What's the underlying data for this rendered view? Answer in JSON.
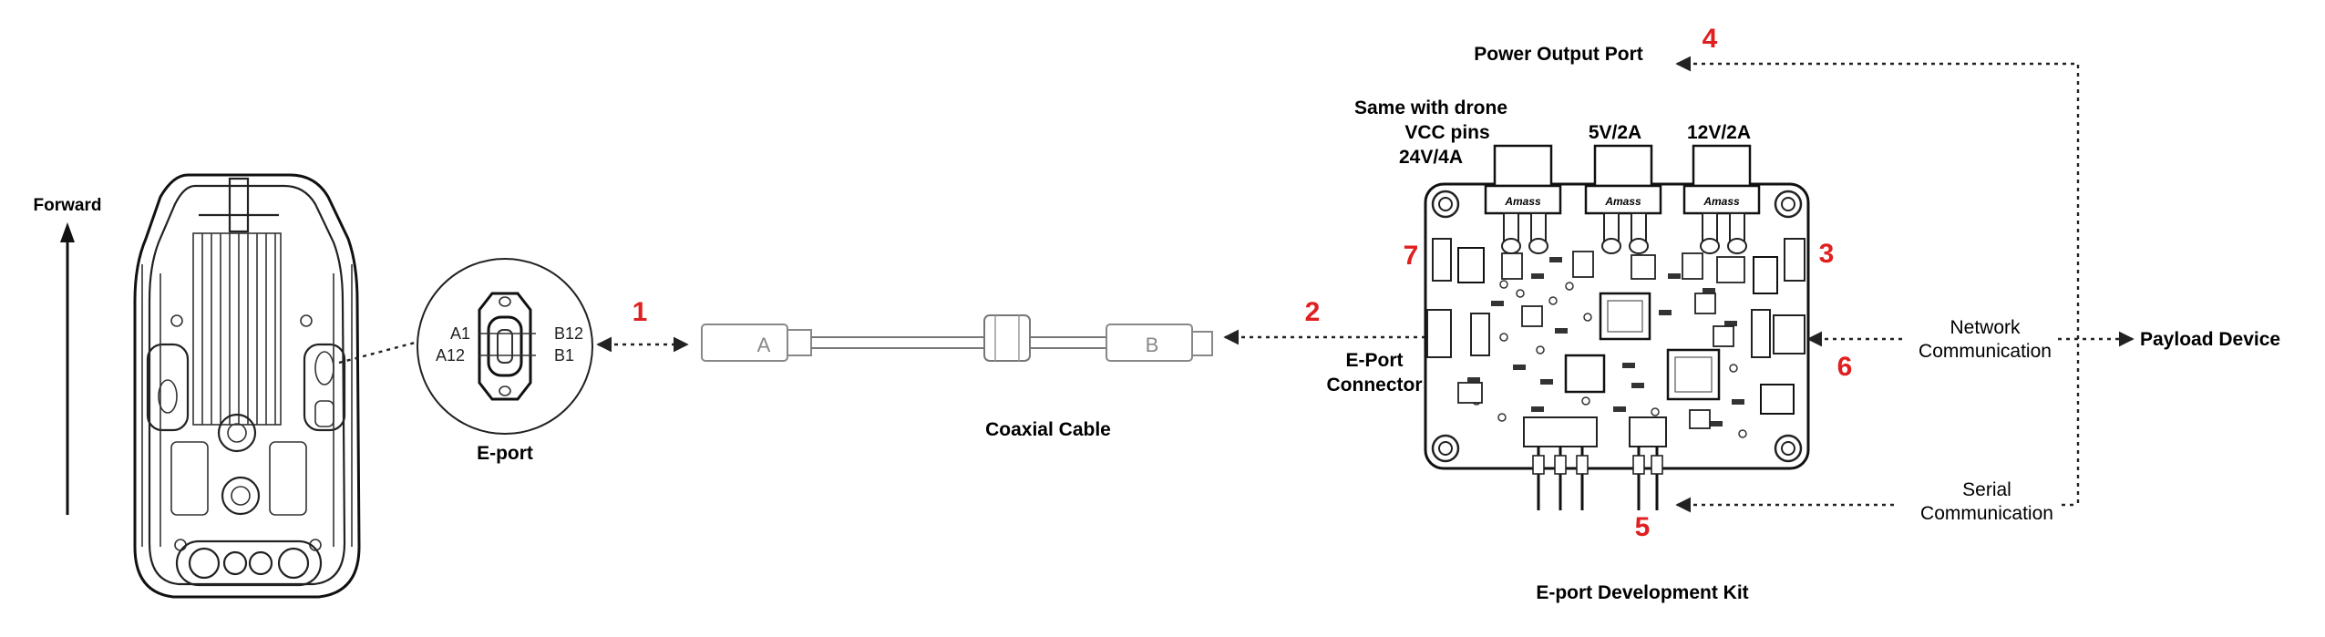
{
  "labels": {
    "forward": "Forward",
    "eport": "E-port",
    "coaxial_cable": "Coaxial Cable",
    "eport_connector_line1": "E-Port",
    "eport_connector_line2": "Connector",
    "power_output_port": "Power Output Port",
    "same_with_drone_line1": "Same with drone",
    "same_with_drone_line2": "VCC pins",
    "same_with_drone_line3": "24V/4A",
    "port_5v": "5V/2A",
    "port_12v": "12V/2A",
    "network_line1": "Network",
    "network_line2": "Communication",
    "serial_line1": "Serial",
    "serial_line2": "Communication",
    "payload_device": "Payload Device",
    "kit_title": "E-port Development Kit",
    "cable_end_a": "A",
    "cable_end_b": "B",
    "connector_brand": "Amass"
  },
  "eport_pins": {
    "top_left": "A1",
    "bottom_left": "A12",
    "top_right": "B12",
    "bottom_right": "B1"
  },
  "callouts": [
    "1",
    "2",
    "3",
    "4",
    "5",
    "6",
    "7"
  ],
  "colors": {
    "callout": "#e02020",
    "line": "#222222",
    "background": "#ffffff"
  }
}
